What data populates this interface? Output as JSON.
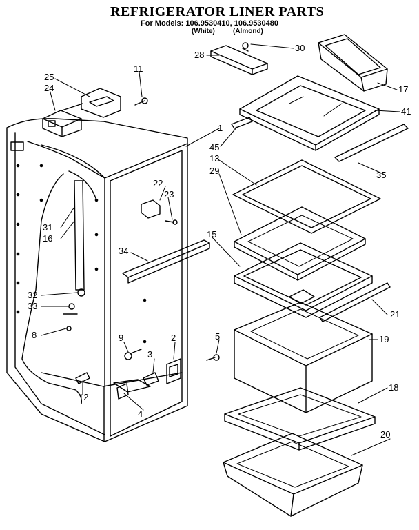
{
  "header": {
    "title": "REFRIGERATOR LINER PARTS",
    "models_line": "For Models: 106.9530410, 106.9530480",
    "variant_white": "(White)",
    "variant_almond": "(Almond)"
  },
  "callouts": {
    "p1": "1",
    "p2": "2",
    "p3": "3",
    "p4": "4",
    "p5": "5",
    "p8": "8",
    "p9": "9",
    "p11": "11",
    "p12": "12",
    "p13": "13",
    "p15": "15",
    "p16": "16",
    "p17": "17",
    "p18": "18",
    "p19": "19",
    "p20": "20",
    "p21": "21",
    "p22": "22",
    "p23": "23",
    "p24": "24",
    "p25": "25",
    "p28": "28",
    "p29": "29",
    "p30": "30",
    "p31": "31",
    "p32": "32",
    "p33": "33",
    "p34": "34",
    "p35": "35",
    "p41": "41",
    "p45": "45"
  }
}
